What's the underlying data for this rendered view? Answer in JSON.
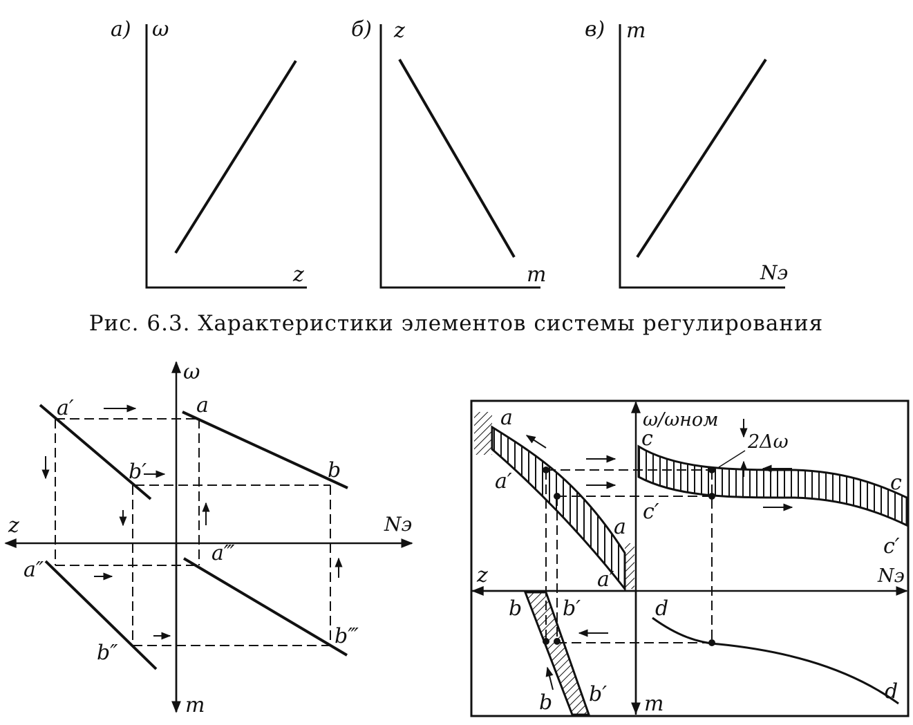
{
  "top_figure": {
    "caption": "Рис. 6.3. Характеристики элементов системы регулирования",
    "panels": [
      {
        "letter": "а)",
        "y_axis": "ω",
        "x_axis": "z"
      },
      {
        "letter": "б)",
        "y_axis": "z",
        "x_axis": "m"
      },
      {
        "letter": "в)",
        "y_axis": "m",
        "x_axis": "Nэ"
      }
    ]
  },
  "left_diagram": {
    "axes": {
      "up": "ω",
      "left": "z",
      "right": "Nэ",
      "down": "m"
    },
    "points": {
      "a": "a",
      "b": "b",
      "a1": "a′",
      "b1": "b′",
      "a2": "a″",
      "b2": "b″",
      "a3": "a‴",
      "b3": "b‴"
    }
  },
  "right_diagram": {
    "axes": {
      "up": "ω/ωном",
      "left": "z",
      "right": "Nэ",
      "down": "m"
    },
    "delta": "2Δω",
    "labels": {
      "a_top": "a",
      "a1_left": "a′",
      "a_bottom": "a",
      "a1_bottom": "a′",
      "c_top": "c",
      "c1_mid": "c′",
      "c_right": "c",
      "c1_right": "c′",
      "b_left": "b",
      "b1_mid": "b′",
      "b_bottom": "b",
      "b1_bottom": "b′",
      "d_left": "d",
      "d_right": "d"
    }
  }
}
